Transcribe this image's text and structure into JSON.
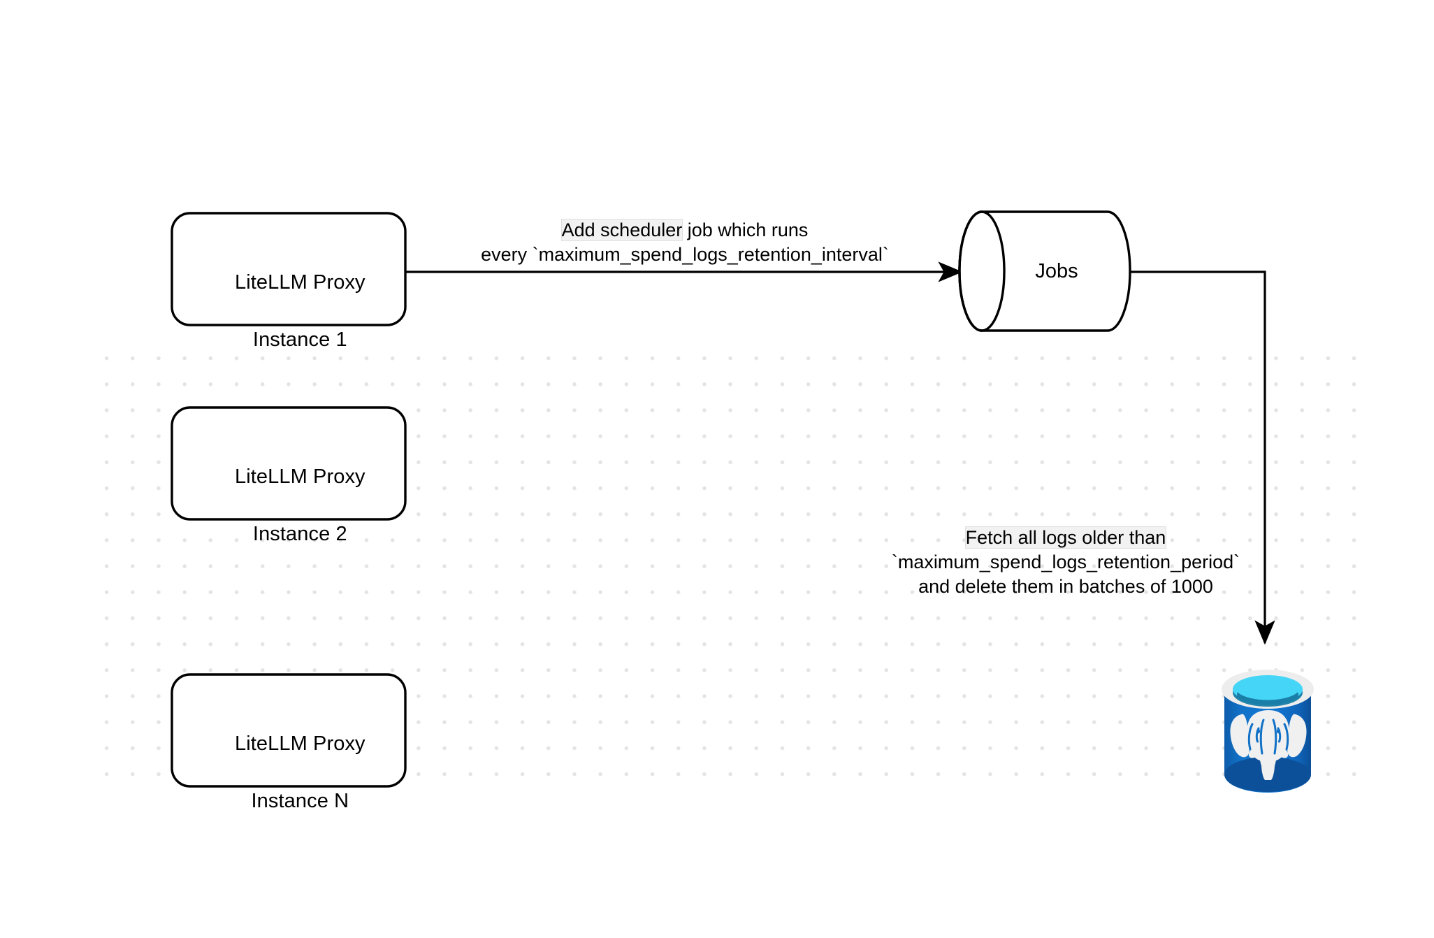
{
  "diagram": {
    "title": "LiteLLM spend logs retention scheduler flow",
    "background": "#ffffff",
    "grid_dot_color": "#e4e4e4",
    "stroke_color": "#000000"
  },
  "nodes": [
    {
      "id": "proxy-1",
      "shape": "rounded-rect",
      "line1": "LiteLLM Proxy",
      "line2": "Instance 1"
    },
    {
      "id": "proxy-2",
      "shape": "rounded-rect",
      "line1": "LiteLLM Proxy",
      "line2": "Instance 2"
    },
    {
      "id": "proxy-n",
      "shape": "rounded-rect",
      "line1": "LiteLLM Proxy",
      "line2": "Instance N"
    }
  ],
  "jobs_cylinder": {
    "label": "Jobs",
    "shape": "cylinder-horizontal",
    "fill": "#ffffff",
    "stroke": "#000000"
  },
  "database": {
    "label": "postgresql-database-icon",
    "shape": "cylinder-vertical",
    "body_color_top": "#1278d4",
    "body_color_bottom": "#0f5fae",
    "rim_color": "#ededed",
    "top_ring_color": "#45d5f7",
    "top_inner_color": "#1a7fa8",
    "elephant_color": "#f2f2f2"
  },
  "edges": [
    {
      "id": "edge-scheduler",
      "from": "proxy-1",
      "to": "jobs",
      "arrow": "single",
      "label_lines": [
        {
          "text": "Add scheduler",
          "highlight": true,
          "suffix": " job which runs"
        },
        {
          "text": "every `maximum_spend_logs_retention_interval`",
          "highlight": false
        }
      ]
    },
    {
      "id": "edge-delete",
      "from": "jobs",
      "to": "database",
      "arrow": "single",
      "routing": "elbow-right-down",
      "label_lines": [
        {
          "text": "Fetch all logs older than",
          "highlight": true
        },
        {
          "text": "`maximum_spend_logs_retention_period`",
          "highlight": false
        },
        {
          "text": "and delete them in batches of 1000",
          "highlight": false
        }
      ]
    }
  ],
  "labels": {
    "edge1_line1_a": "Add scheduler",
    "edge1_line1_b": " job which runs",
    "edge1_line2": "every `maximum_spend_logs_retention_interval`",
    "edge2_line1": "Fetch all logs older than",
    "edge2_line2": "`maximum_spend_logs_retention_period`",
    "edge2_line3": "and delete them in batches of 1000"
  }
}
